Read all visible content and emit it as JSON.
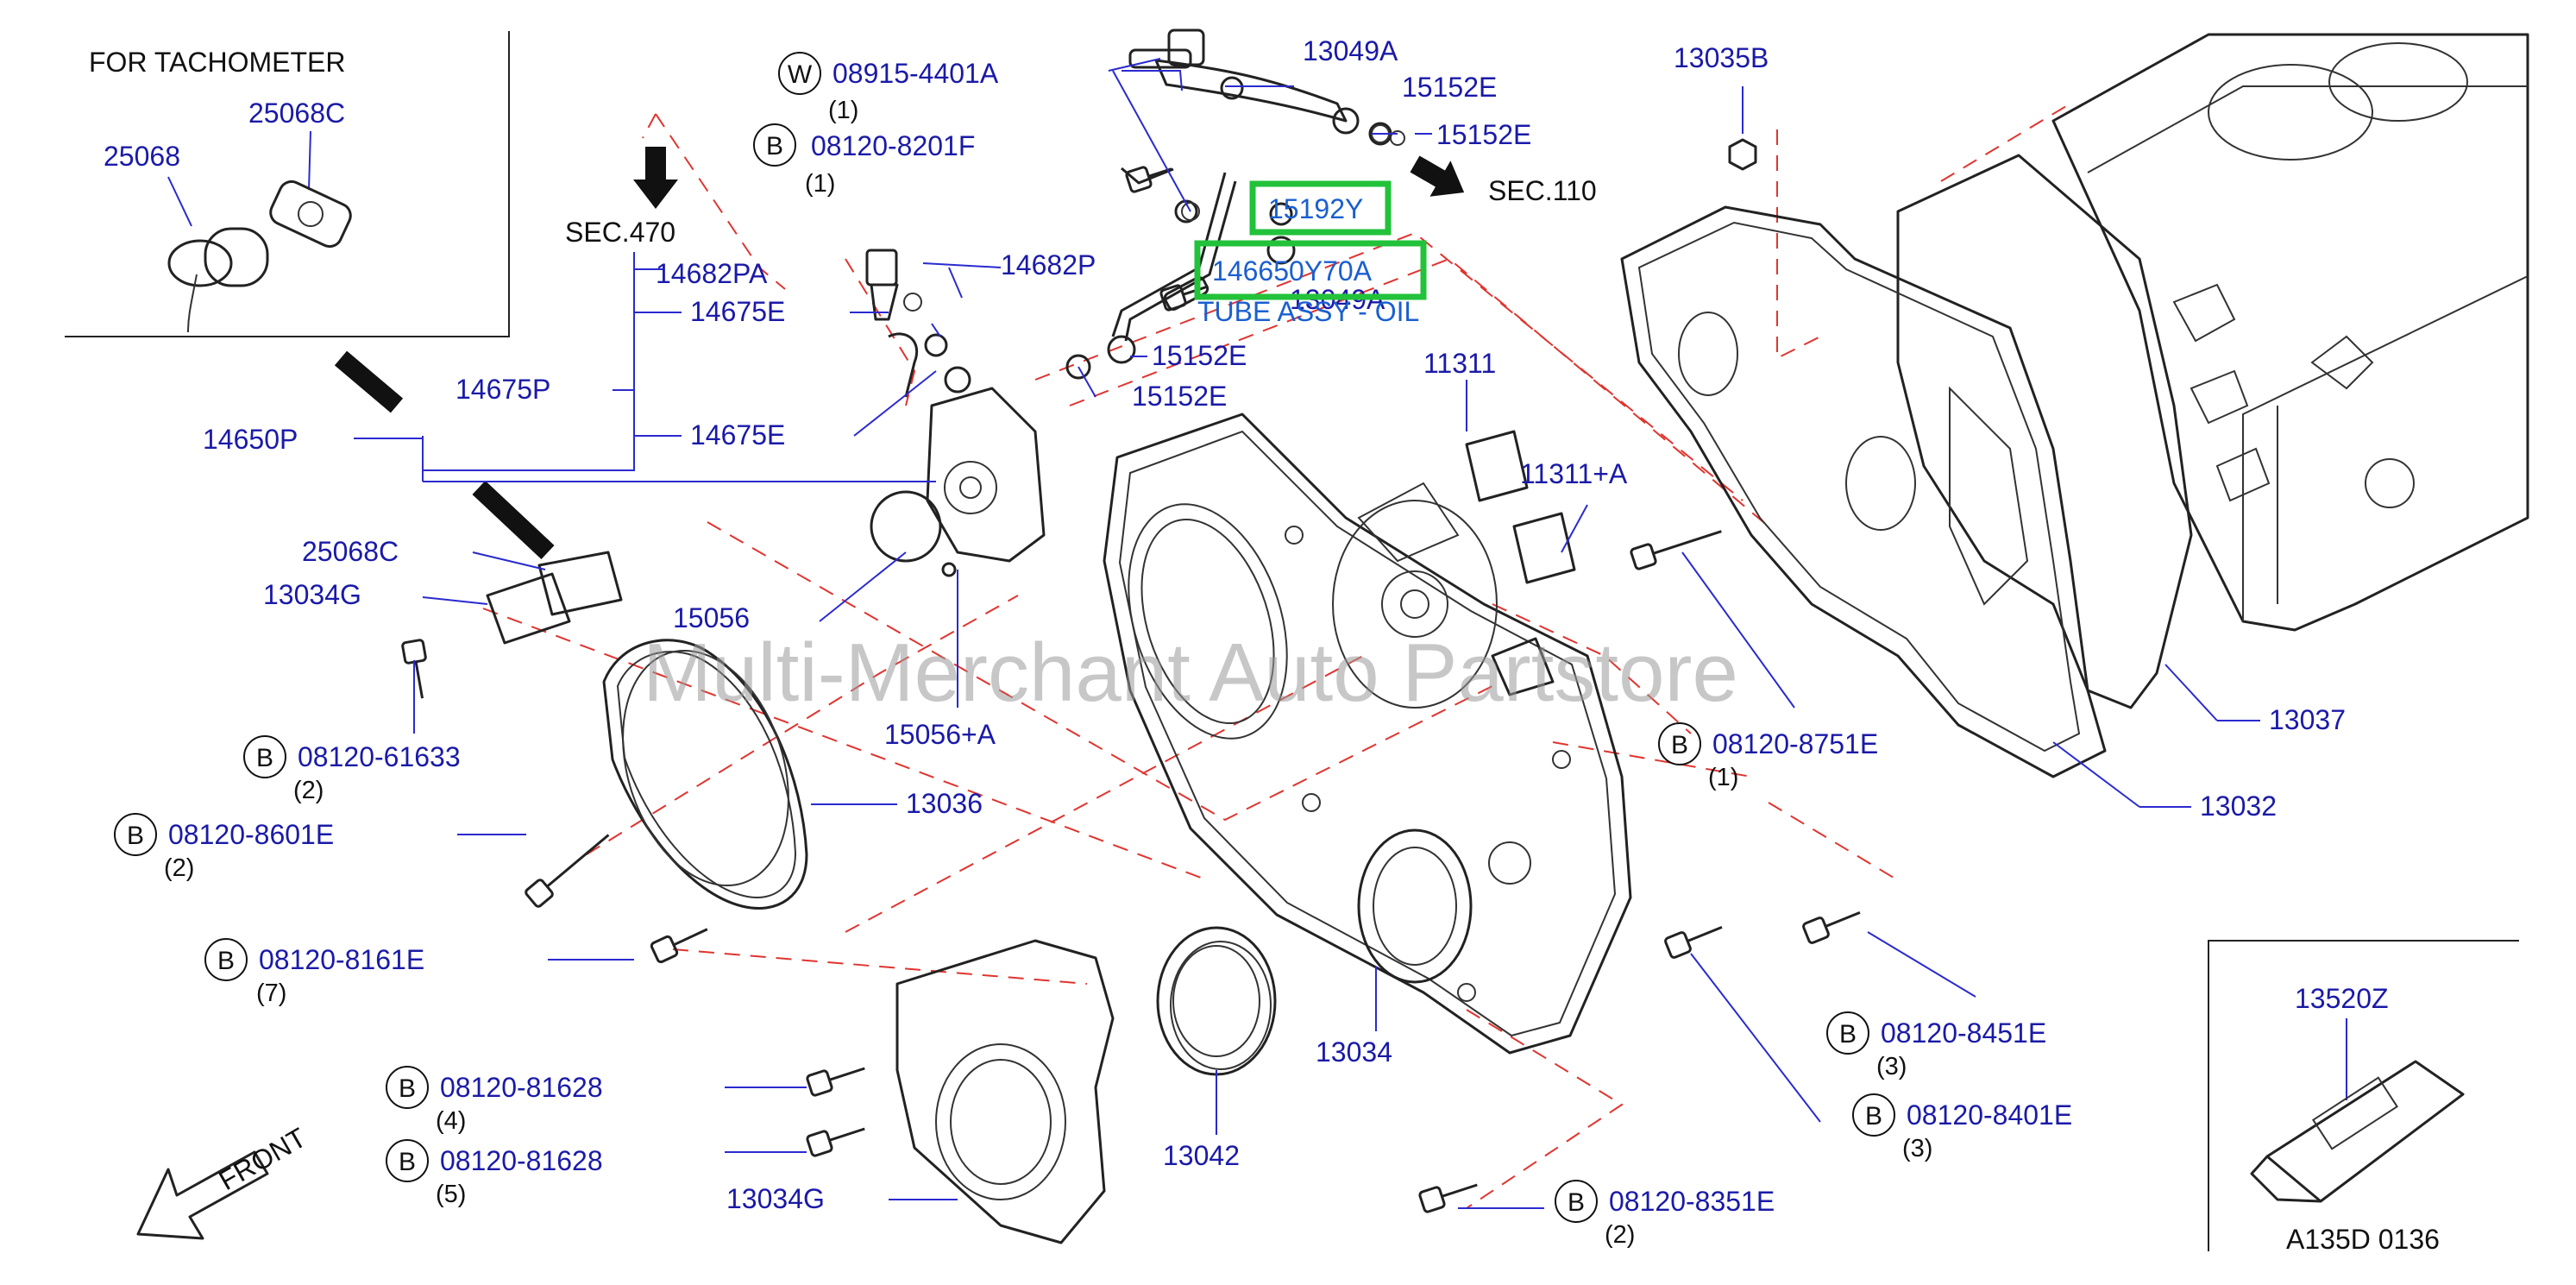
{
  "inset_tachometer": {
    "title": "FOR  TACHOMETER",
    "parts": [
      "25068C",
      "25068"
    ]
  },
  "inset_sealant": {
    "part": "13520Z"
  },
  "drawing_code": "A135D  0136",
  "watermark": "Multi-Merchant Auto Partstore",
  "sections": {
    "sec470": "SEC.470",
    "sec110": "SEC.110"
  },
  "front_label": "FRONT",
  "highlighted": {
    "part1": "15192Y",
    "part2": "146650Y70A",
    "tooltip": "TUBE ASSY - OIL"
  },
  "callouts": [
    {
      "id": "c1",
      "ring": "W",
      "part": "08915-4401A",
      "qty": "(1)"
    },
    {
      "id": "c2",
      "ring": "B",
      "part": "08120-8201F",
      "qty": "(1)"
    },
    {
      "id": "c3",
      "ring": "B",
      "part": "08120-61633",
      "qty": "(2)"
    },
    {
      "id": "c4",
      "ring": "B",
      "part": "08120-8601E",
      "qty": "(2)"
    },
    {
      "id": "c5",
      "ring": "B",
      "part": "08120-8161E",
      "qty": "(7)"
    },
    {
      "id": "c6",
      "ring": "B",
      "part": "08120-81628",
      "qty": "(4)"
    },
    {
      "id": "c7",
      "ring": "B",
      "part": "08120-81628",
      "qty": "(5)"
    },
    {
      "id": "c8",
      "ring": "B",
      "part": "08120-8751E",
      "qty": "(1)"
    },
    {
      "id": "c9",
      "ring": "B",
      "part": "08120-8451E",
      "qty": "(3)"
    },
    {
      "id": "c10",
      "ring": "B",
      "part": "08120-8401E",
      "qty": "(3)"
    },
    {
      "id": "c11",
      "ring": "B",
      "part": "08120-8351E",
      "qty": "(2)"
    }
  ],
  "labels": {
    "p13049A_top": "13049A",
    "p15152E_1": "15152E",
    "p15152E_2": "15152E",
    "p13035B": "13035B",
    "p14682PA": "14682PA",
    "p14682P": "14682P",
    "p14675E_1": "14675E",
    "p13049A_mid": "13049A",
    "p14675P": "14675P",
    "p14650P": "14650P",
    "p15152E_3": "15152E",
    "p15152E_4": "15152E",
    "p14675E_2": "14675E",
    "p11311": "11311",
    "p11311A": "11311+A",
    "p25068C": "25068C",
    "p13034G_1": "13034G",
    "p15056": "15056",
    "p15056A": "15056+A",
    "p13036": "13036",
    "p13037": "13037",
    "p13032": "13032",
    "p13034": "13034",
    "p13042": "13042",
    "p13034G_2": "13034G"
  }
}
